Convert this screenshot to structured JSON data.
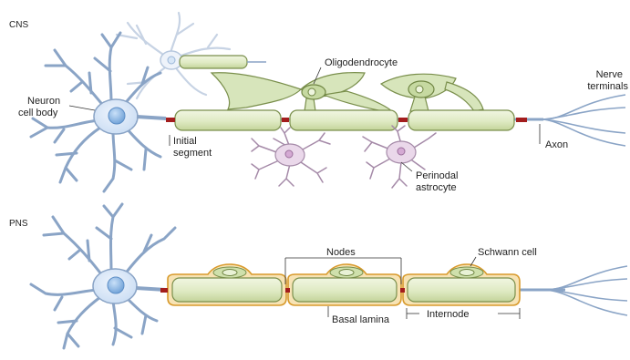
{
  "sections": {
    "cns": "CNS",
    "pns": "PNS"
  },
  "labels": {
    "neuron_cell_body": [
      "Neuron",
      "cell body"
    ],
    "oligodendrocyte": "Oligodendrocyte",
    "nerve_terminals": [
      "Nerve",
      "terminals"
    ],
    "initial_segment": [
      "Initial",
      "segment"
    ],
    "axon": "Axon",
    "perinodal_astrocyte": [
      "Perinodal",
      "astrocyte"
    ],
    "nodes": "Nodes",
    "schwann_cell": "Schwann cell",
    "basal_lamina": "Basal lamina",
    "internode": "Internode"
  },
  "colors": {
    "neuron_fill": "#dbe8f7",
    "neuron_stroke": "#8aa4c6",
    "nucleus_blue": "#8ab6e6",
    "myelin_fill": "#e2edc8",
    "myelin_stroke": "#7a8f4c",
    "oligo_fill": "#cfdfae",
    "astro_fill": "#ead8ea",
    "astro_stroke": "#a58aa8",
    "node_red": "#a31d1d",
    "lamina": "#e0a23a"
  }
}
